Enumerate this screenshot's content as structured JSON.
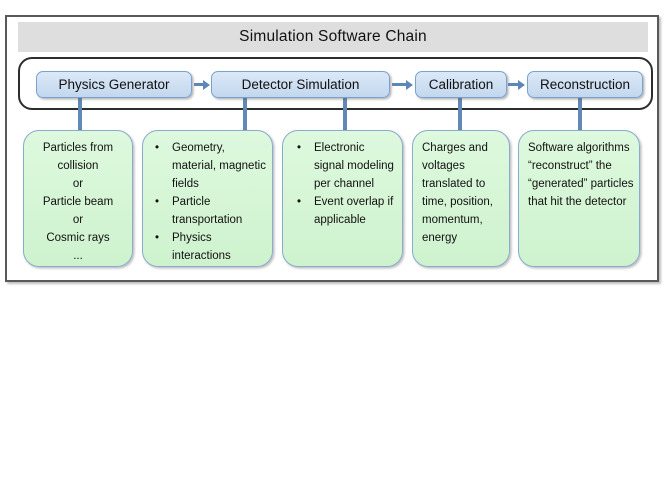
{
  "title": "Simulation Software Chain",
  "chain": [
    {
      "label": "Physics Generator"
    },
    {
      "label": "Detector Simulation"
    },
    {
      "label": "Calibration"
    },
    {
      "label": "Reconstruction"
    }
  ],
  "green_boxes": [
    {
      "lines": [
        "Particles from",
        "collision",
        "or",
        "Particle beam",
        "or",
        "Cosmic rays",
        "..."
      ]
    },
    {
      "bullets": [
        "Geometry, material, magnetic fields",
        "Particle transportation",
        "Physics interactions"
      ]
    },
    {
      "bullets": [
        "Electronic signal modeling per channel",
        "Event overlap if applicable"
      ]
    },
    {
      "text": "Charges and voltages translated to time, position, momentum, energy"
    },
    {
      "text": "Software algorithms “reconstruct” the “generated” particles that hit the detector"
    }
  ],
  "colors": {
    "accent_steel_blue": "#6288b8",
    "chain_box_fill": "#c9dcf0",
    "chain_box_border": "#7ba2cf",
    "green_box_fill": "#d6f7d6",
    "green_box_border": "#88abcf",
    "titlebar_gray": "#dedede",
    "frame_border_gray": "#59595b"
  }
}
